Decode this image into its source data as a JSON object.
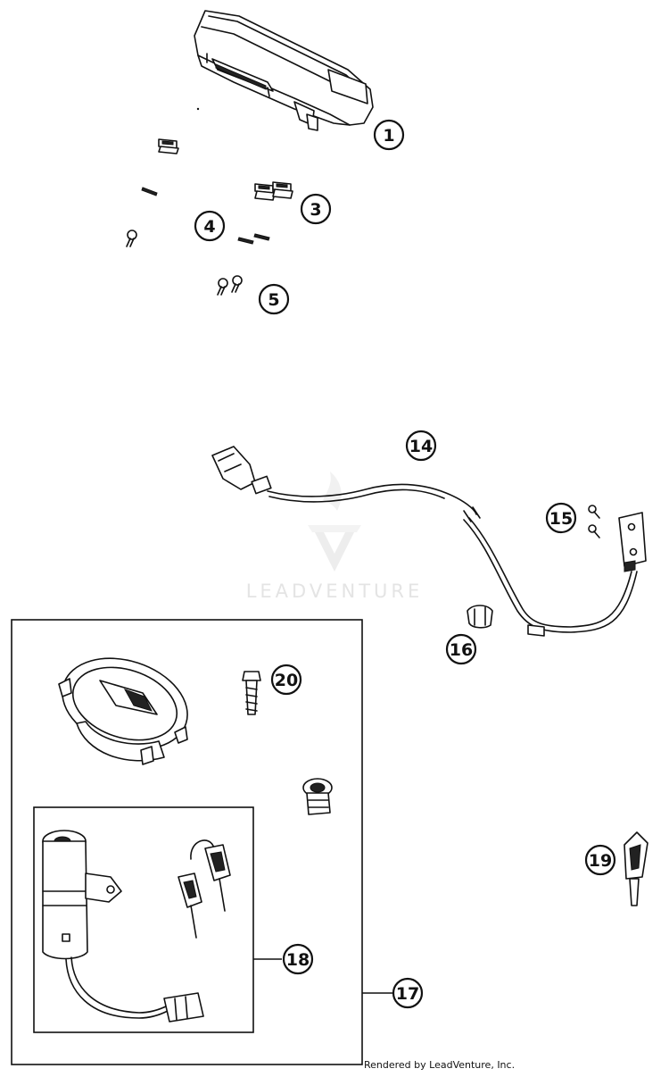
{
  "watermark": {
    "text": "LEADVENTURE"
  },
  "callouts": [
    {
      "id": "1",
      "label": "1"
    },
    {
      "id": "3",
      "label": "3"
    },
    {
      "id": "4",
      "label": "4"
    },
    {
      "id": "5",
      "label": "5"
    },
    {
      "id": "14",
      "label": "14"
    },
    {
      "id": "15",
      "label": "15"
    },
    {
      "id": "16",
      "label": "16"
    },
    {
      "id": "17",
      "label": "17"
    },
    {
      "id": "18",
      "label": "18"
    },
    {
      "id": "19",
      "label": "19"
    },
    {
      "id": "20",
      "label": "20"
    }
  ],
  "footer": {
    "credit": "Rendered by LeadVenture, Inc."
  }
}
